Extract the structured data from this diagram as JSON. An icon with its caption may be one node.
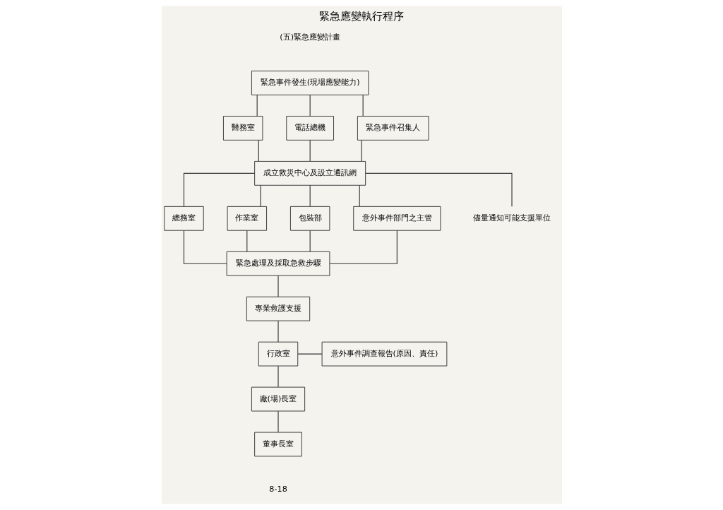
{
  "diagram": {
    "title": "緊急應變執行程序",
    "nodes": [
      {
        "text": [
          "緊急事件發生(現場應變能力)"
        ]
      },
      {
        "text": [
          "醫務室"
        ]
      },
      {
        "text": [
          "電話總機"
        ]
      },
      {
        "text": [
          "緊急事件召集人"
        ]
      },
      {
        "text": [
          "成立救災中心及設立通訊網"
        ]
      },
      {
        "text": [
          "總務室"
        ]
      },
      {
        "text": [
          "作業室"
        ]
      },
      {
        "text": [
          "包裝部"
        ]
      },
      {
        "text": [
          "意外事件部門之主管"
        ]
      },
      {
        "text": [
          "儘量通知可能支援單位"
        ]
      },
      {
        "text": [
          "緊急處理及採取急救步驟"
        ]
      },
      {
        "text": [
          "專業救護支援"
        ]
      },
      {
        "text": [
          "行政室"
        ]
      },
      {
        "text": [
          "意外事件調查報告(原因、責任)"
        ]
      },
      {
        "text": [
          "廠(場)長室"
        ]
      },
      {
        "text": [
          "董事長室"
        ]
      }
    ],
    "edges": [
      {
        "from": 0,
        "to": 1,
        "arrow": "none"
      },
      {
        "from": 0,
        "to": 2,
        "arrow": "none"
      },
      {
        "from": 0,
        "to": 3,
        "arrow": "none"
      },
      {
        "from": 1,
        "to": 4,
        "arrow": "none"
      },
      {
        "from": 2,
        "to": 4,
        "arrow": "none"
      },
      {
        "from": 3,
        "to": 4,
        "arrow": "none"
      },
      {
        "from": 4,
        "to": 5,
        "arrow": "none"
      },
      {
        "from": 4,
        "to": 6,
        "arrow": "none"
      },
      {
        "from": 4,
        "to": 7,
        "arrow": "none"
      },
      {
        "from": 4,
        "to": 8,
        "arrow": "none"
      },
      {
        "from": 4,
        "to": 9,
        "arrow": "none"
      },
      {
        "from": 5,
        "to": 10,
        "arrow": "none"
      },
      {
        "from": 6,
        "to": 10,
        "arrow": "none"
      },
      {
        "from": 7,
        "to": 10,
        "arrow": "none"
      },
      {
        "from": 8,
        "to": 10,
        "arrow": "none"
      },
      {
        "from": 10,
        "to": 11,
        "arrow": "none"
      },
      {
        "from": 11,
        "to": 12,
        "arrow": "none"
      },
      {
        "from": 12,
        "to": 13,
        "arrow": "none"
      },
      {
        "from": 12,
        "to": 14,
        "arrow": "none"
      },
      {
        "from": 14,
        "to": 15,
        "arrow": "none"
      }
    ],
    "labels": [
      "(五)緊急應變計畫",
      "8-18"
    ]
  }
}
